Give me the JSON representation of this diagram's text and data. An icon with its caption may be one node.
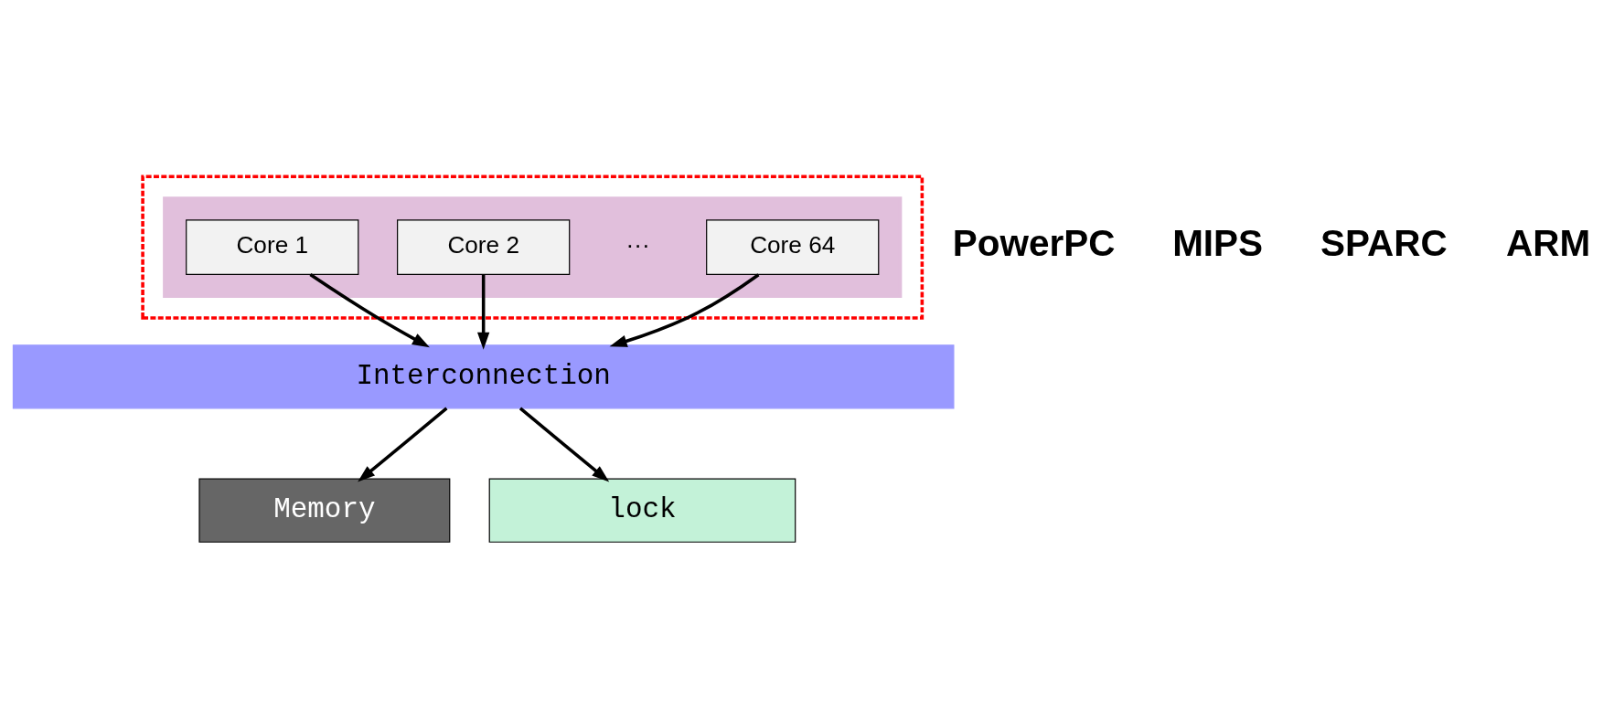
{
  "diagram": {
    "nodes": [
      {
        "text": [],
        "shape": "box"
      },
      {
        "text": [],
        "shape": "box",
        "in": 0
      },
      {
        "text": [
          "Core 1"
        ],
        "in": 1
      },
      {
        "text": [
          "Core 2"
        ],
        "in": 1
      },
      {
        "text": [
          "Core 64"
        ],
        "in": 1
      },
      {
        "text": [
          "Interconnection"
        ]
      },
      {
        "text": [
          "Memory"
        ]
      },
      {
        "text": [
          "lock"
        ]
      }
    ],
    "edges": [
      {
        "from": 2,
        "to": 5,
        "arrow": "to"
      },
      {
        "from": 3,
        "to": 5,
        "arrow": "to"
      },
      {
        "from": 4,
        "to": 5,
        "arrow": "to"
      },
      {
        "from": 5,
        "to": 6,
        "arrow": "to"
      },
      {
        "from": 5,
        "to": 7,
        "arrow": "to"
      }
    ],
    "labels": [
      "···",
      "PowerPC",
      "MIPS",
      "SPARC",
      "ARM"
    ]
  }
}
